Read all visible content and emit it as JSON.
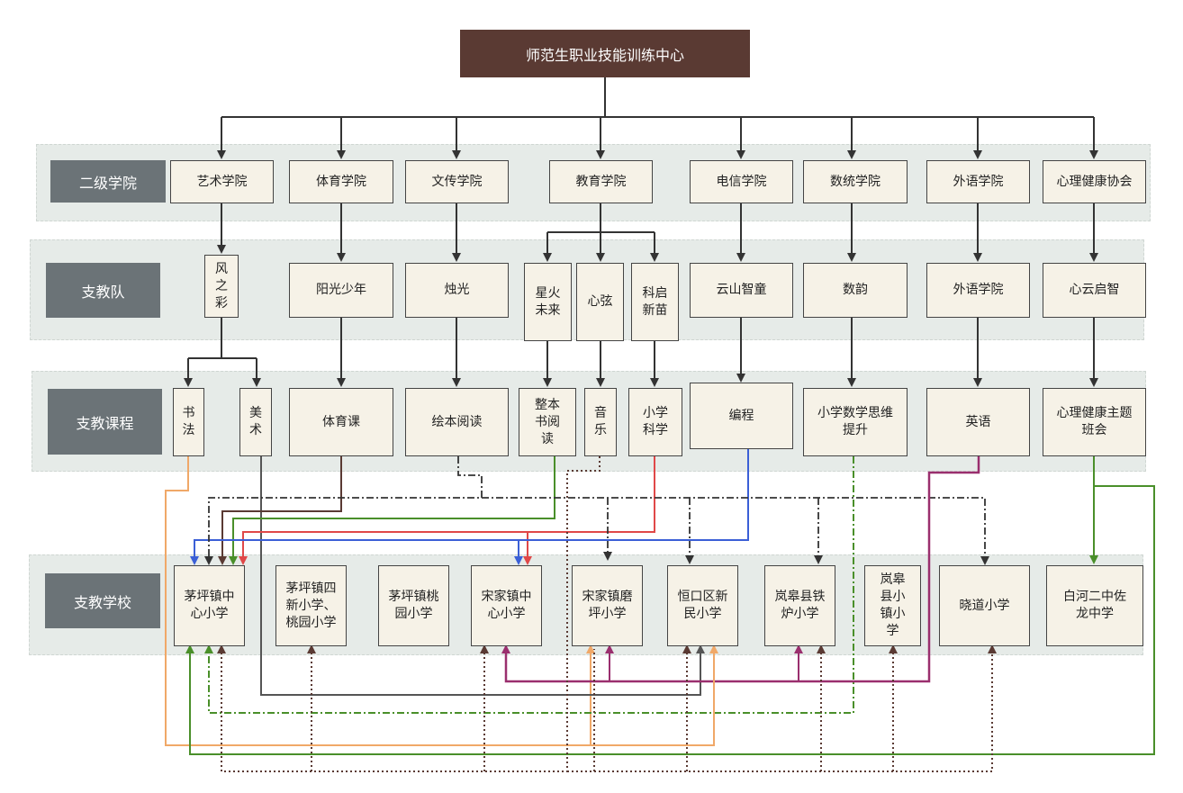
{
  "root": "师范生职业技能训练中心",
  "labels": {
    "colleges": "二级学院",
    "teams": "支教队",
    "courses": "支教课程",
    "schools": "支教学校"
  },
  "colleges": [
    "艺术学院",
    "体育学院",
    "文传学院",
    "教育学院",
    "电信学院",
    "数统学院",
    "外语学院",
    "心理健康协会"
  ],
  "teams": [
    "风之彩",
    "阳光少年",
    "烛光",
    "星火未来",
    "心弦",
    "科启新苗",
    "云山智童",
    "数韵",
    "外语学院",
    "心云启智"
  ],
  "courses": [
    "书法",
    "美术",
    "体育课",
    "绘本阅读",
    "整本书阅读",
    "音乐",
    "小学科学",
    "编程",
    "小学数学思维提升",
    "英语",
    "心理健康主题班会"
  ],
  "schools": [
    "茅坪镇中心小学",
    "茅坪镇四新小学、桃园小学",
    "茅坪镇桃园小学",
    "宋家镇中心小学",
    "宋家镇磨坪小学",
    "恒口区新民小学",
    "岚皋县铁炉小学",
    "岚皋县小镇小学",
    "晓道小学",
    "白河二中佐龙中学"
  ],
  "colors": {
    "root": "#5a3a33",
    "label": "#6b7377",
    "box": "#f6f2e7",
    "band": "#e6ebe8",
    "blue": "#3b5fd6",
    "red": "#e04848",
    "green": "#4a8f2a",
    "brown": "#5a3a33",
    "orange": "#f0a868",
    "purple": "#9a2f6e",
    "gray": "#555555"
  }
}
